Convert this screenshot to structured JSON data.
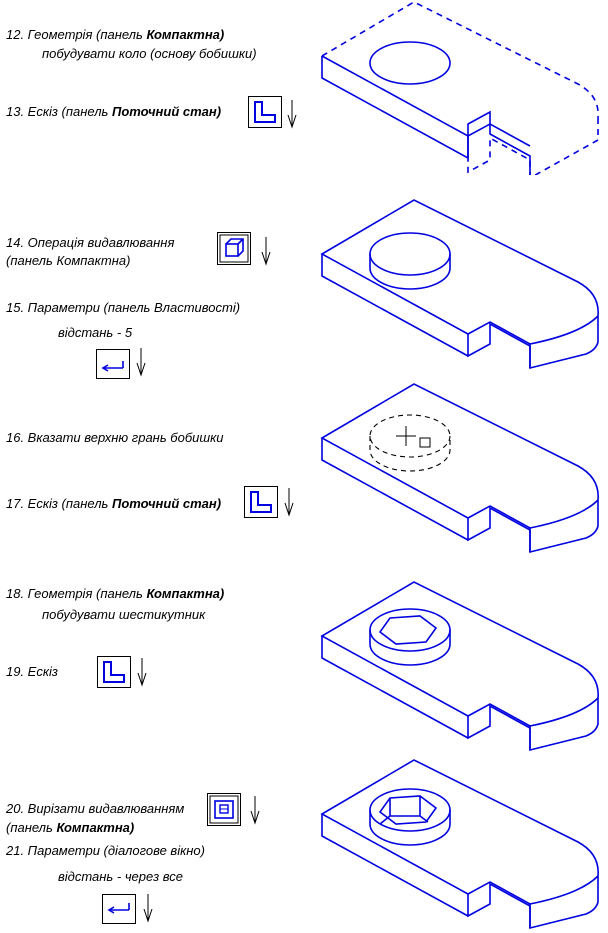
{
  "steps": {
    "s12_a": "12. Геометрія (панель ",
    "s12_b": "Компактна)",
    "s12_line2": "побудувати коло (основу бобишки)",
    "s13_a": "13. Ескіз (панель ",
    "s13_b": "Поточний стан)",
    "s14_line1": "14. Операція видавлювання",
    "s14_line2": "(панель Компактна)",
    "s15": "15. Параметри (панель Властивості)",
    "s15_value": "відстань -  5",
    "s16": "16. Вказати верхню грань бобишки",
    "s17_a": "17. Ескіз  (панель ",
    "s17_b": "Поточний стан)",
    "s18_a": "18. Геометрія (панель  ",
    "s18_b": "Компактна)",
    "s18_line2": "побудувати шестикутник",
    "s19": "19. Ескіз",
    "s20": "20. Вирізати видавлюванням",
    "s20_line2_a": "(панель ",
    "s20_line2_b": "Компактна)",
    "s21": "21. Параметри (діалогове вікно)",
    "s21_value": "відстань - через все"
  },
  "colors": {
    "line": "#0000e0",
    "text": "#000000"
  },
  "icons": [
    "sketch-icon",
    "extrude-icon",
    "direction-icon",
    "cut-extrude-icon",
    "dropdown-arrow-icon"
  ]
}
